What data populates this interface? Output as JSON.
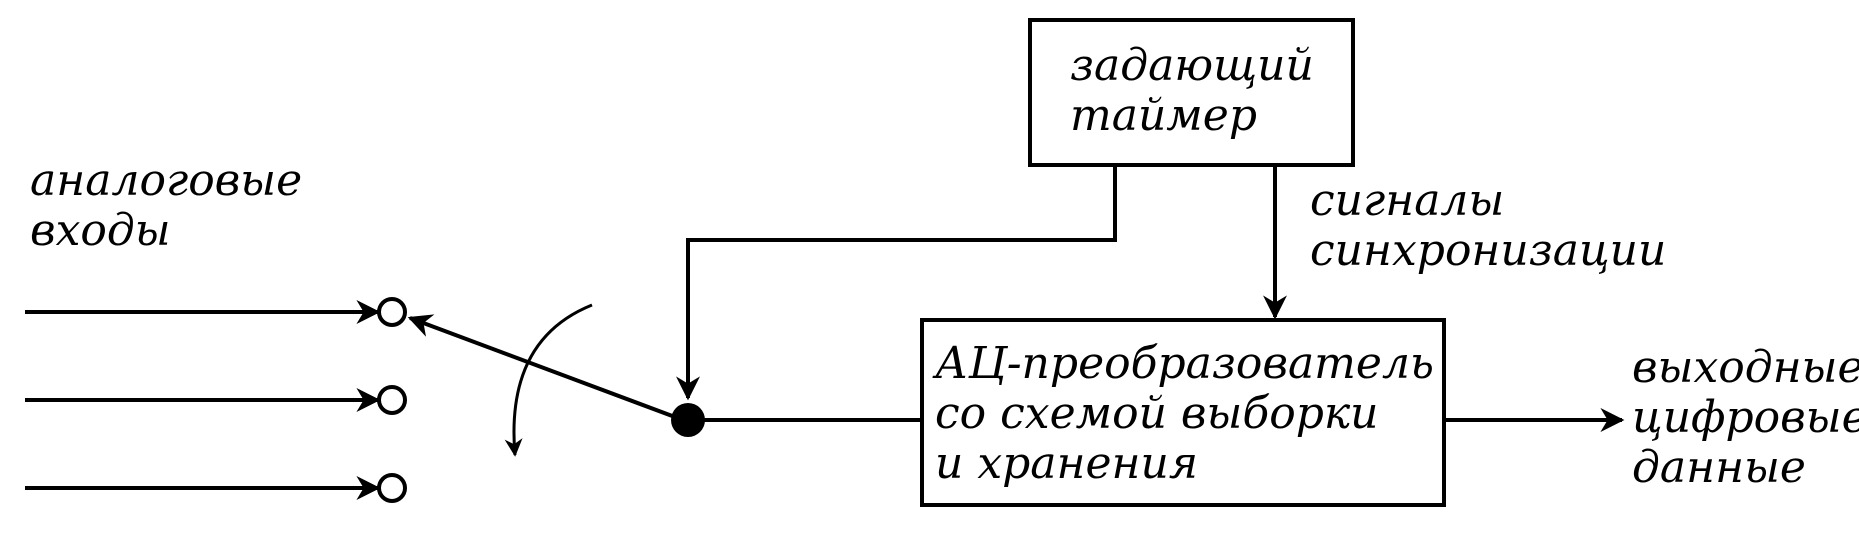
{
  "diagram": {
    "timer_block": {
      "line1": "задающий",
      "line2": "таймер"
    },
    "adc_block": {
      "line1": "АЦ-преобразователь",
      "line2": "со схемой выборки",
      "line3": "и хранения"
    },
    "inputs_label": {
      "line1": "аналоговые",
      "line2": "входы"
    },
    "sync_label": {
      "line1": "сигналы",
      "line2": "синхронизации"
    },
    "output_label": {
      "line1": "выходные",
      "line2": "цифровые",
      "line3": "данные"
    },
    "input_count": 3
  },
  "colors": {
    "ink": "#000000",
    "paper": "#ffffff"
  }
}
